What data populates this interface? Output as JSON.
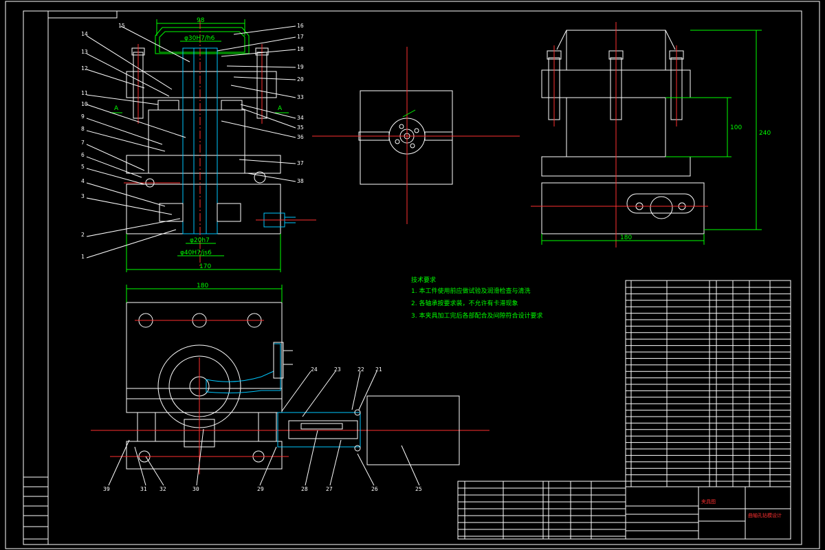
{
  "balloons_left": [
    "14",
    "13",
    "12",
    "11",
    "10",
    "9",
    "8",
    "7",
    "6",
    "5",
    "4",
    "3",
    "2",
    "1"
  ],
  "balloons_right": [
    "15",
    "16",
    "17",
    "18",
    "19",
    "20",
    "33",
    "34",
    "35",
    "36",
    "37",
    "38"
  ],
  "balloons_bottom": [
    "39",
    "31",
    "32",
    "30",
    "29",
    "28",
    "27",
    "26",
    "25",
    "24",
    "23",
    "22",
    "21"
  ],
  "dims": {
    "top_width": "98",
    "overall_width": "170",
    "plan_width": "180",
    "side_width": "180",
    "side_height": "240",
    "side_mid": "100",
    "dia_top": "φ30H7/h6",
    "dia_mid": "φ20h7",
    "dia_bottom": "φ40H7/js6"
  },
  "section_marks": [
    "A",
    "A"
  ],
  "tech_title": "技术要求",
  "tech_notes": [
    "1. 本工件使用前应做试验及润滑检查与清洗",
    "2. 各轴承按要求装，不允许有卡滞现象",
    "3. 本夹具加工完后各部配合及间隙符合设计要求"
  ],
  "title_block": {
    "name": "曲轴孔钻模设计",
    "school": "夹具图"
  },
  "colors": {
    "line": "#ffffff",
    "dimension": "#00ff00",
    "center": "#ff3030",
    "hatch": "#ff3030",
    "shaft": "#00c8ff",
    "background": "#000000"
  }
}
